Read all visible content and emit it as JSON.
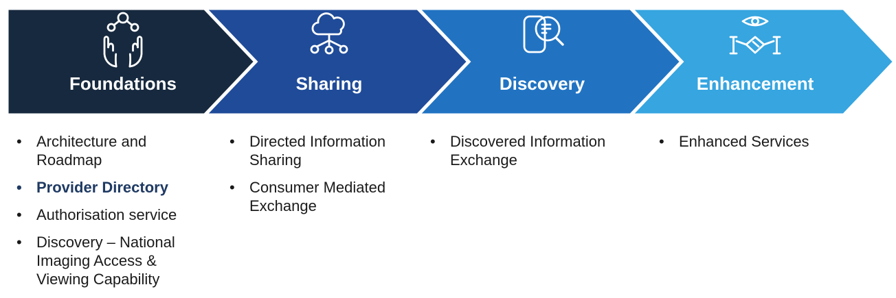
{
  "diagram": {
    "type": "process-chevron-roadmap",
    "styles": {
      "arrow_outline": "#FFFFFF",
      "icon_stroke": "#FFFFFF",
      "body_text_color": "#1A1A1A",
      "highlight_color": "#1F3A63",
      "background": "#FFFFFF"
    }
  },
  "stages": [
    {
      "label": "Foundations",
      "color": "#17293E",
      "icon": "hands-holding-network-icon",
      "bullets": [
        {
          "label": "Architecture and Roadmap",
          "emphasis": false
        },
        {
          "label": "Provider Directory",
          "emphasis": true
        },
        {
          "label": "Authorisation service",
          "emphasis": false
        },
        {
          "label": "Discovery – National Imaging Access & Viewing Capability",
          "emphasis": false
        }
      ]
    },
    {
      "label": "Sharing",
      "color": "#1F4B99",
      "icon": "cloud-share-icon",
      "bullets": [
        {
          "label": "Directed Information Sharing",
          "emphasis": false
        },
        {
          "label": "Consumer Mediated Exchange",
          "emphasis": false
        }
      ]
    },
    {
      "label": "Discovery",
      "color": "#2173C2",
      "icon": "document-search-icon",
      "bullets": [
        {
          "label": "Discovered Information Exchange",
          "emphasis": false
        }
      ]
    },
    {
      "label": "Enhancement",
      "color": "#36A5E0",
      "icon": "eye-handshake-icon",
      "bullets": [
        {
          "label": "Enhanced Services",
          "emphasis": false
        }
      ]
    }
  ]
}
